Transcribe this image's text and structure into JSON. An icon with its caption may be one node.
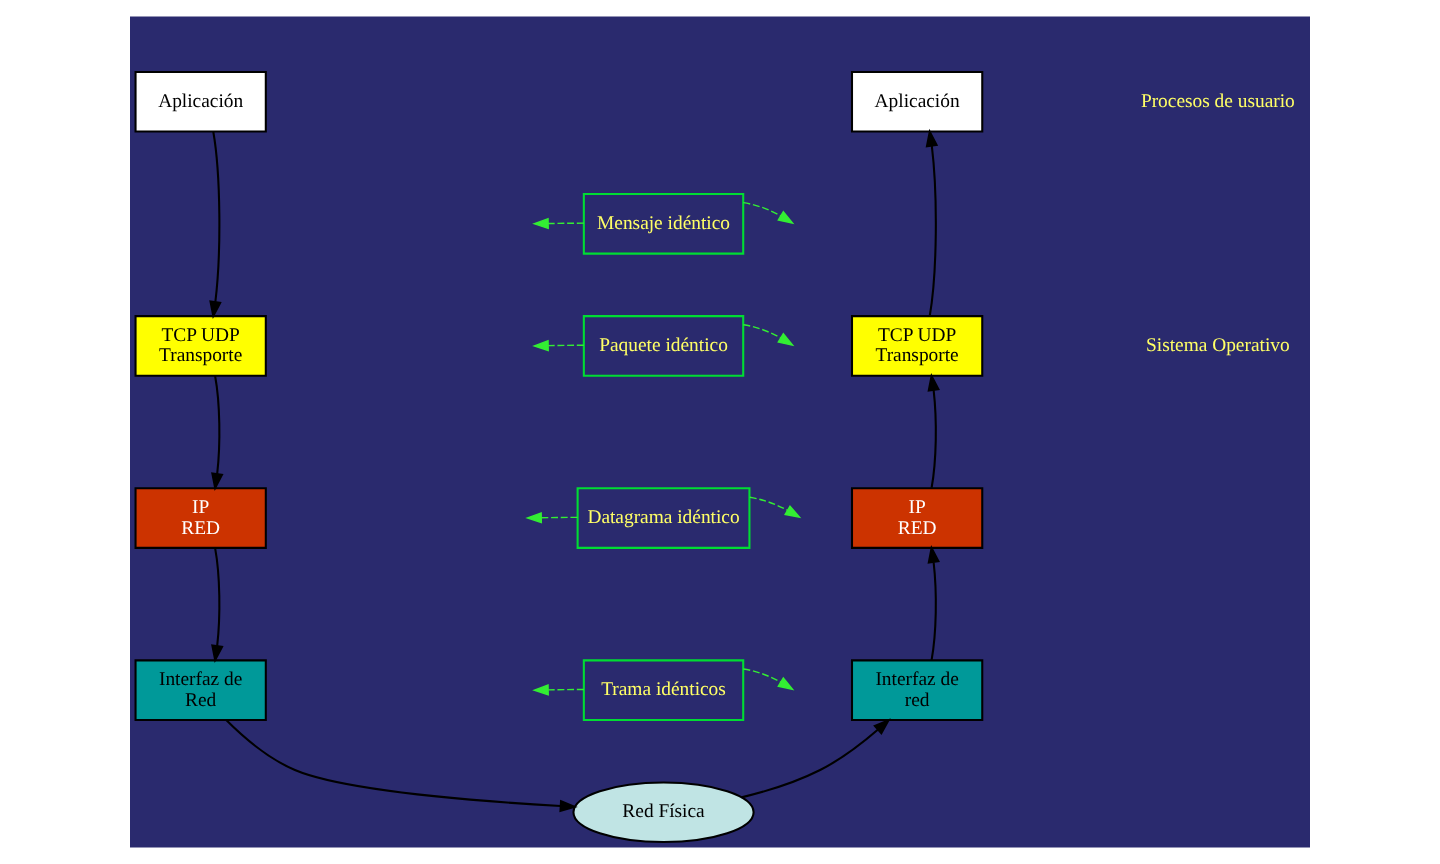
{
  "diagram": {
    "nodes": [
      {
        "text": [
          "Aplicación"
        ]
      },
      {
        "text": [
          "Aplicación"
        ]
      },
      {
        "text": [
          "Mensaje idéntico"
        ]
      },
      {
        "text": [
          "TCP UDP Transporte"
        ]
      },
      {
        "text": [
          "TCP UDP Transporte"
        ]
      },
      {
        "text": [
          "Paquete idéntico"
        ]
      },
      {
        "text": [
          "IP RED"
        ]
      },
      {
        "text": [
          "IP RED"
        ]
      },
      {
        "text": [
          "Datagrama idéntico"
        ]
      },
      {
        "text": [
          "Interfaz de Red"
        ]
      },
      {
        "text": [
          "Interfaz de red"
        ]
      },
      {
        "text": [
          "Trama idénticos"
        ]
      },
      {
        "text": [
          "Red Física"
        ]
      }
    ],
    "edges": [
      {
        "from": 0,
        "to": 3,
        "arrow": "to",
        "color": "#000000"
      },
      {
        "from": 3,
        "to": 6,
        "arrow": "to",
        "color": "#000000"
      },
      {
        "from": 6,
        "to": 9,
        "arrow": "to",
        "color": "#000000"
      },
      {
        "from": 9,
        "to": 12,
        "arrow": "to",
        "color": "#000000"
      },
      {
        "from": 12,
        "to": 10,
        "arrow": "to",
        "color": "#000000"
      },
      {
        "from": 10,
        "to": 7,
        "arrow": "to",
        "color": "#000000"
      },
      {
        "from": 7,
        "to": 4,
        "arrow": "to",
        "color": "#000000"
      },
      {
        "from": 4,
        "to": 1,
        "arrow": "to",
        "color": "#000000"
      },
      {
        "from": 2,
        "to": null,
        "arrow": "to",
        "style": "dashed",
        "color": "#33ee33"
      },
      {
        "from": 2,
        "to": null,
        "arrow": "to",
        "style": "dashed",
        "color": "#33ee33"
      },
      {
        "from": 5,
        "to": null,
        "arrow": "to",
        "style": "dashed",
        "color": "#33ee33"
      },
      {
        "from": 5,
        "to": null,
        "arrow": "to",
        "style": "dashed",
        "color": "#33ee33"
      },
      {
        "from": 8,
        "to": null,
        "arrow": "to",
        "style": "dashed",
        "color": "#33ee33"
      },
      {
        "from": 8,
        "to": null,
        "arrow": "to",
        "style": "dashed",
        "color": "#33ee33"
      },
      {
        "from": 11,
        "to": null,
        "arrow": "to",
        "style": "dashed",
        "color": "#33ee33"
      },
      {
        "from": 11,
        "to": null,
        "arrow": "to",
        "style": "dashed",
        "color": "#33ee33"
      }
    ],
    "labels": [
      "Procesos de usuario",
      "Sistema Operativo"
    ]
  }
}
